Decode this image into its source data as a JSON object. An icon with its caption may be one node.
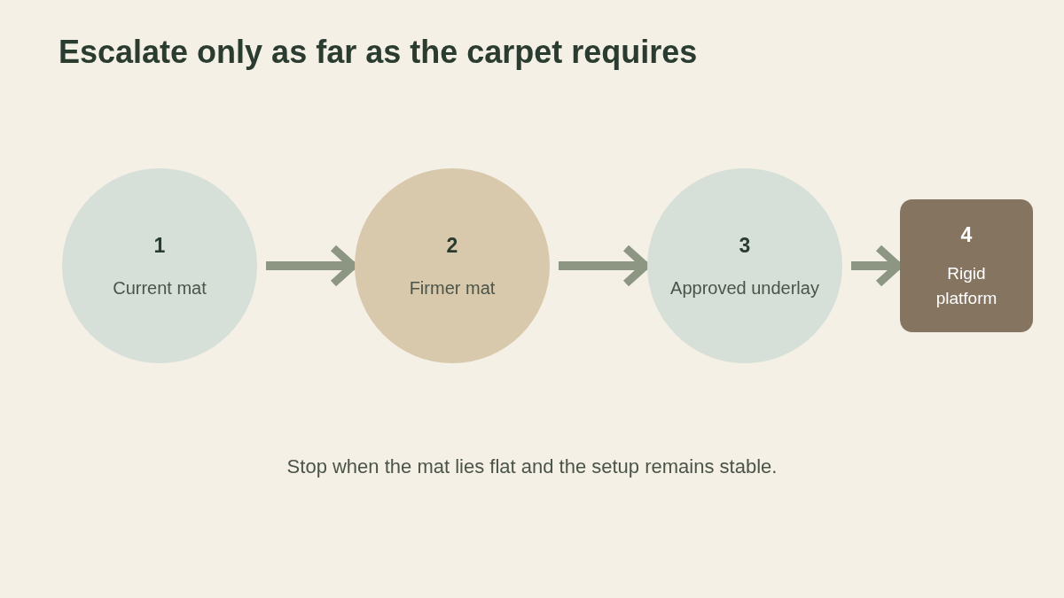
{
  "diagram": {
    "title": "Escalate only as far as the carpet requires",
    "caption": "Stop when the mat lies flat and the setup remains stable.",
    "nodes": [
      {
        "text": [
          "1",
          "Current mat"
        ]
      },
      {
        "text": [
          "2",
          "Firmer mat"
        ]
      },
      {
        "text": [
          "3",
          "Approved underlay"
        ]
      },
      {
        "text": [
          "4",
          "Rigid platform"
        ]
      }
    ],
    "edges": [
      {
        "from": 0,
        "to": 1,
        "arrow": "to"
      },
      {
        "from": 1,
        "to": 2,
        "arrow": "to"
      },
      {
        "from": 2,
        "to": 3,
        "arrow": "to"
      }
    ]
  }
}
